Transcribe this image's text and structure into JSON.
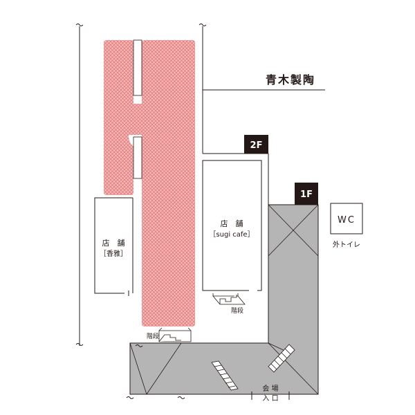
{
  "map": {
    "building_label": "青木製陶",
    "floor_2f": "2F",
    "floor_1f": "1F",
    "shop_left": {
      "label": "店　舗",
      "sublabel": "［香雅］"
    },
    "shop_center": {
      "label": "店　舗",
      "sublabel": "［sugi cafe］"
    },
    "stairs_label_center": "階段",
    "stairs_label_left": "階段",
    "wc": {
      "label": "WC",
      "caption": "外トイレ"
    },
    "entrance": {
      "line1": "会 場",
      "line2": "入 口"
    }
  },
  "colors": {
    "ink": "#231815",
    "gray_building": "#b5b5b6",
    "red_zone": "#f0a8a8",
    "black_tag": "#231815"
  }
}
